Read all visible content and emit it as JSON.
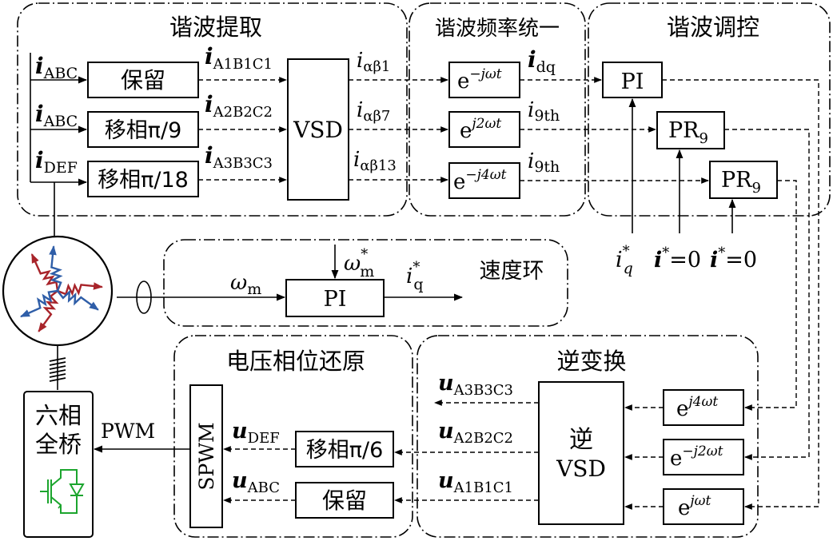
{
  "groups": {
    "extract": "谐波提取",
    "freq": "谐波频率统一",
    "control": "谐波调控",
    "speed": "速度环",
    "phase": "电压相位还原",
    "inverse": "逆变换"
  },
  "blocks": {
    "keep1": "保留",
    "shift9": "移相π/9",
    "shift18": "移相π/18",
    "vsd": "VSD",
    "exp1_base": "e",
    "exp1_sup": "−jωt",
    "exp2_base": "e",
    "exp2_sup": "j2ωt",
    "exp3_base": "e",
    "exp3_sup": "−j4ωt",
    "pi1": "PI",
    "pr1_base": "PR",
    "pr1_sub": "9",
    "pr2_base": "PR",
    "pr2_sub": "9",
    "speed_pi": "PI",
    "inv_exp1_base": "e",
    "inv_exp1_sup": "j4ωt",
    "inv_exp2_base": "e",
    "inv_exp2_sup": "−j2ωt",
    "inv_exp3_base": "e",
    "inv_exp3_sup": "jωt",
    "inv_vsd_1": "逆",
    "inv_vsd_2": "VSD",
    "shift6": "移相π/6",
    "keep2": "保留",
    "spwm": "SPWM",
    "bridge_1": "六相",
    "bridge_2": "全桥"
  },
  "signals": {
    "i_abc1_b": "i",
    "i_abc1_s": "ABC",
    "i_abc2_b": "i",
    "i_abc2_s": "ABC",
    "i_def_b": "i",
    "i_def_s": "DEF",
    "i_a1_b": "i",
    "i_a1_s": "A1B1C1",
    "i_a2_b": "i",
    "i_a2_s": "A2B2C2",
    "i_a3_b": "i",
    "i_a3_s": "A3B3C3",
    "iab1_b": "i",
    "iab1_s": "αβ1",
    "iab7_b": "i",
    "iab7_s": "αβ7",
    "iab13_b": "i",
    "iab13_s": "αβ13",
    "idq_b": "i",
    "idq_s": "dq",
    "i9a_b": "i",
    "i9a_s": "9th",
    "i9b_b": "i",
    "i9b_s": "9th",
    "iq_ref_b": "i",
    "iq_ref_s": "q",
    "iq_ref_sup": "*",
    "iref1_b": "i",
    "iref1_sup": "*",
    "iref1_val": "=0",
    "iref2_b": "i",
    "iref2_sup": "*",
    "iref2_val": "=0",
    "wm_b": "ω",
    "wm_s": "m",
    "wm_ref_b": "ω",
    "wm_ref_s": "m",
    "wm_ref_sup": "*",
    "iq_out_b": "i",
    "iq_out_s": "q",
    "iq_out_sup": "*",
    "u_a3_b": "u",
    "u_a3_s": "A3B3C3",
    "u_a2_b": "u",
    "u_a2_s": "A2B2C2",
    "u_a1_b": "u",
    "u_a1_s": "A1B1C1",
    "u_def_b": "u",
    "u_def_s": "DEF",
    "u_abc_b": "u",
    "u_abc_s": "ABC",
    "pwm": "PWM"
  },
  "colors": {
    "phase_red": "#a8242a",
    "phase_blue": "#2f5ea8",
    "igbt_green": "#1ca52e"
  }
}
